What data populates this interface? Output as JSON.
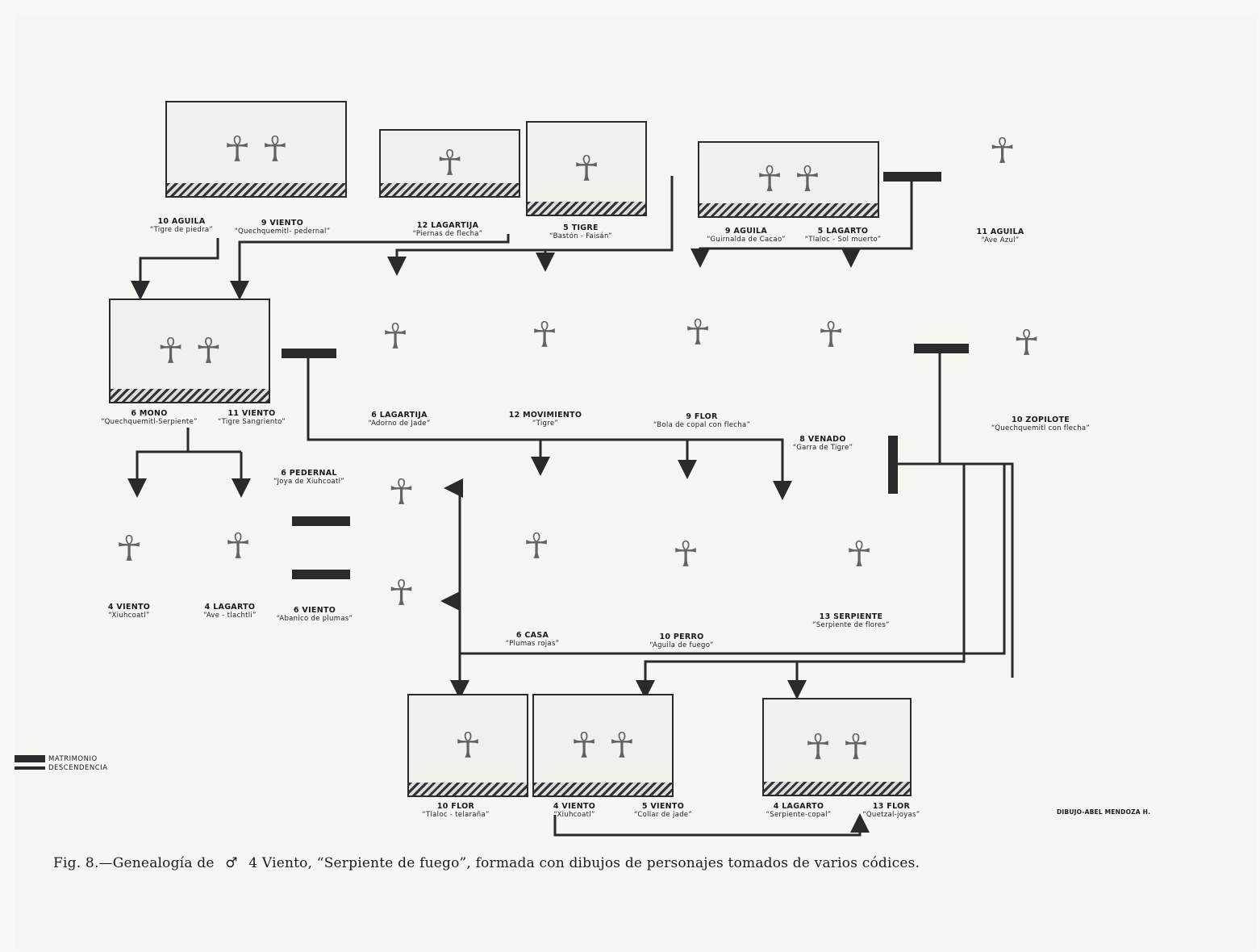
{
  "figure": {
    "caption_prefix": "Fig. 8.—Genealogía de",
    "caption_symbol": "♂",
    "caption_rest": "4 Viento, “Serpiente de fuego”, formada con dibujos de personajes tomados de varios códices.",
    "credit": "DIBUJO-ABEL MENDOZA H."
  },
  "legend": {
    "items": [
      {
        "label": "MATRIMONIO",
        "style": "thick-bar"
      },
      {
        "label": "DESCENDENCIA",
        "style": "thin-bar"
      }
    ]
  },
  "persons": [
    {
      "id": "p1",
      "name": "10 AGUILA",
      "epithet": "“Tigre de piedra”"
    },
    {
      "id": "p2",
      "name": "9 VIENTO",
      "epithet": "“Quechquemitl- pedernal”"
    },
    {
      "id": "p3",
      "name": "12 LAGARTIJA",
      "epithet": "“Piernas de flecha”"
    },
    {
      "id": "p4",
      "name": "5 TIGRE",
      "epithet": "“Bastón - Faisán”"
    },
    {
      "id": "p5",
      "name": "9 AGUILA",
      "epithet": "“Guirnalda de Cacao”"
    },
    {
      "id": "p6",
      "name": "5 LAGARTO",
      "epithet": "“Tlaloc - Sol muerto”"
    },
    {
      "id": "p7",
      "name": "11 AGUILA",
      "epithet": "“Ave Azul”"
    },
    {
      "id": "p8",
      "name": "6 MONO",
      "epithet": "“Quechquemitl-Serpiente”"
    },
    {
      "id": "p9",
      "name": "11 VIENTO",
      "epithet": "“Tigre Sangriento”"
    },
    {
      "id": "p10",
      "name": "6 LAGARTIJA",
      "epithet": "“Adorno de Jade”"
    },
    {
      "id": "p11",
      "name": "12 MOVIMIENTO",
      "epithet": "“Tigre”"
    },
    {
      "id": "p12",
      "name": "9 FLOR",
      "epithet": "“Bola de copal con flecha”"
    },
    {
      "id": "p13",
      "name": "8 VENADO",
      "epithet": "“Garra de Tigre”"
    },
    {
      "id": "p14",
      "name": "10 ZOPILOTE",
      "epithet": "“Quechquemitl con flecha”"
    },
    {
      "id": "p15",
      "name": "6 PEDERNAL",
      "epithet": "“Joya de Xiuhcoatl”"
    },
    {
      "id": "p16",
      "name": "4 VIENTO",
      "epithet": "“Xiuhcoatl”"
    },
    {
      "id": "p17",
      "name": "4 LAGARTO",
      "epithet": "“Ave - tlachtli”"
    },
    {
      "id": "p18",
      "name": "6 VIENTO",
      "epithet": "“Abanico de plumas”"
    },
    {
      "id": "p19",
      "name": "6 CASA",
      "epithet": "“Plumas rojas”"
    },
    {
      "id": "p20",
      "name": "10 PERRO",
      "epithet": "“Aguila de fuego”"
    },
    {
      "id": "p21",
      "name": "13 SERPIENTE",
      "epithet": "“Serpiente de flores”"
    },
    {
      "id": "p22",
      "name": "10 FLOR",
      "epithet": "“Tlaloc - telaraña”"
    },
    {
      "id": "p23",
      "name": "4 VIENTO",
      "epithet": "“Xiuhcoatl”"
    },
    {
      "id": "p24",
      "name": "5 VIENTO",
      "epithet": "“Collar de jade”"
    },
    {
      "id": "p25",
      "name": "4 LAGARTO",
      "epithet": "“Serpiente-copal”"
    },
    {
      "id": "p26",
      "name": "13 FLOR",
      "epithet": "“Quetzal-joyas”"
    }
  ],
  "colors": {
    "ink": "#2a2a2a",
    "paper": "#f4f7f2"
  }
}
